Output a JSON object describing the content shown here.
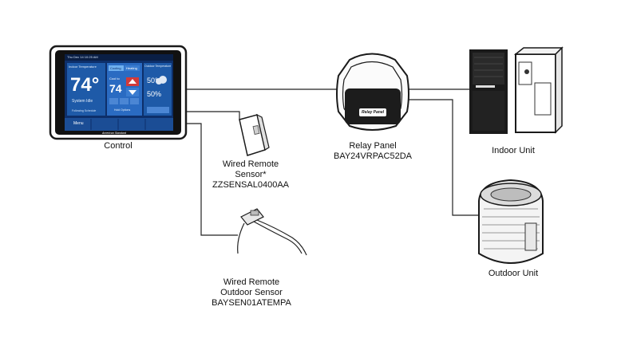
{
  "control": {
    "label": "Control",
    "status_date": "Thu Dec 14 10:25 AM",
    "indoor_temp_label": "Indoor Temperature",
    "indoor_temp": "74°",
    "system_status": "System Idle",
    "schedule_text": "Following Schedule",
    "mode_cooling": "Cooling",
    "mode_heating": "Heating",
    "cool_to_label": "Cool to",
    "cool_setpoint": "74",
    "outdoor_temp_label": "Outdoor Temperature",
    "outdoor_temp": "50°",
    "humidity": "50%",
    "hold_label": "Hold Options",
    "menu_label": "Menu",
    "brand": "American Standard"
  },
  "relay_panel": {
    "name": "Relay Panel",
    "model": "BAY24VRPAC52DA",
    "badge": "Relay Panel"
  },
  "indoor_unit": {
    "label": "Indoor Unit"
  },
  "outdoor_unit": {
    "label": "Outdoor Unit"
  },
  "wired_sensor": {
    "line1": "Wired Remote",
    "line2": "Sensor*",
    "model": "ZZSENSAL0400AA"
  },
  "outdoor_sensor": {
    "line1": "Wired Remote",
    "line2": "Outdoor Sensor",
    "model": "BAYSEN01ATEMPA"
  },
  "colors": {
    "wire": "#222222",
    "screen_blue": "#1e5aa8",
    "screen_dark": "#0d2f6a",
    "accent_red": "#d23a3a"
  }
}
